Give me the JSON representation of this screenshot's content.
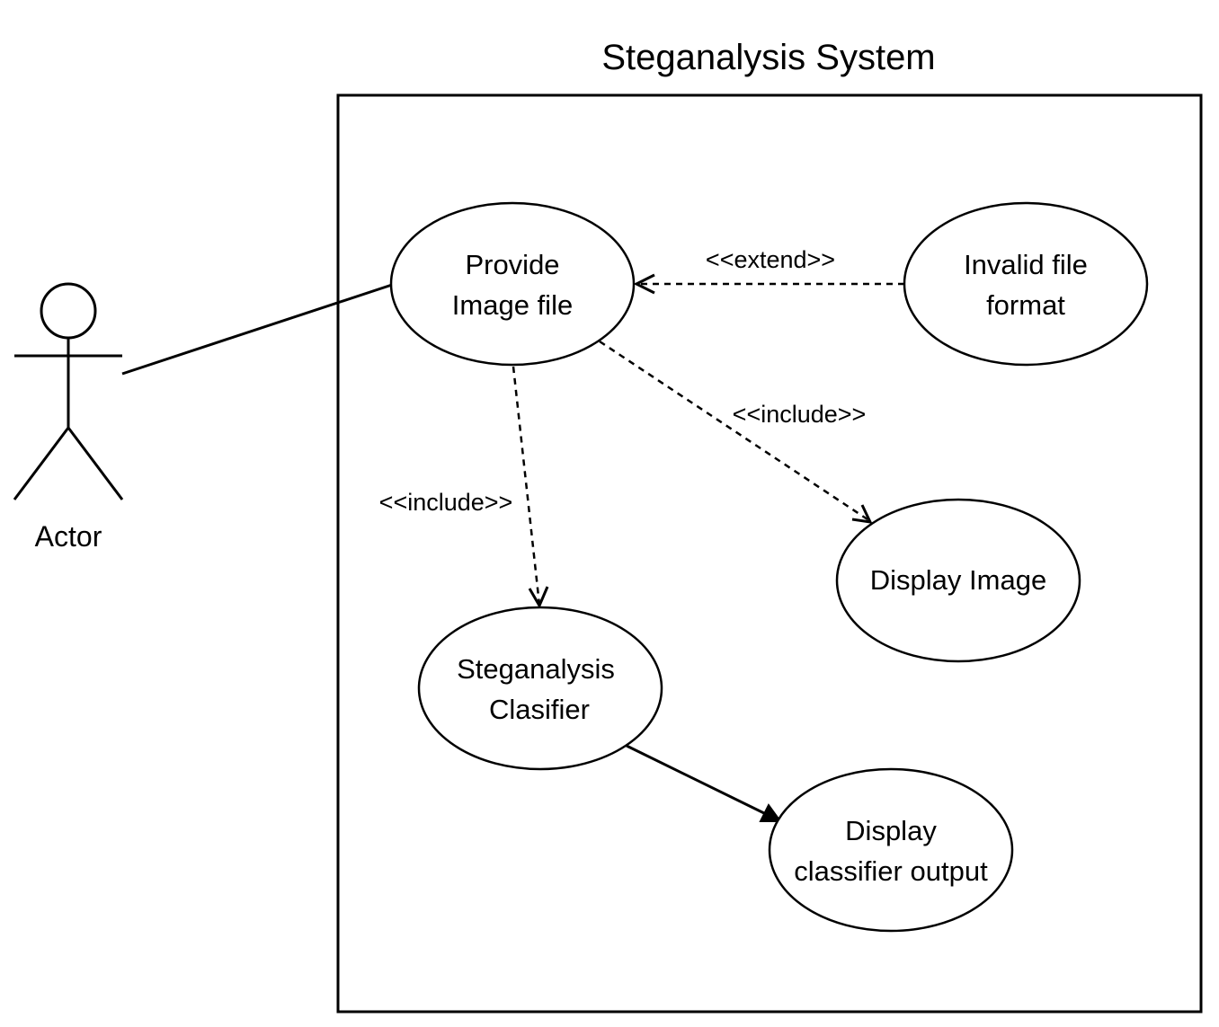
{
  "system": {
    "title": "Steganalysis System"
  },
  "actor": {
    "label": "Actor"
  },
  "use_cases": {
    "provide_image": {
      "line1": "Provide",
      "line2": "Image file"
    },
    "invalid_format": {
      "line1": "Invalid file",
      "line2": "format"
    },
    "display_image": {
      "line1": "Display Image"
    },
    "classifier": {
      "line1": "Steganalysis",
      "line2": "Clasifier"
    },
    "classifier_output": {
      "line1": "Display",
      "line2": "classifier output"
    }
  },
  "relations": {
    "extend_label": "<<extend>>",
    "include_display_label": "<<include>>",
    "include_classifier_label": "<<include>>"
  }
}
